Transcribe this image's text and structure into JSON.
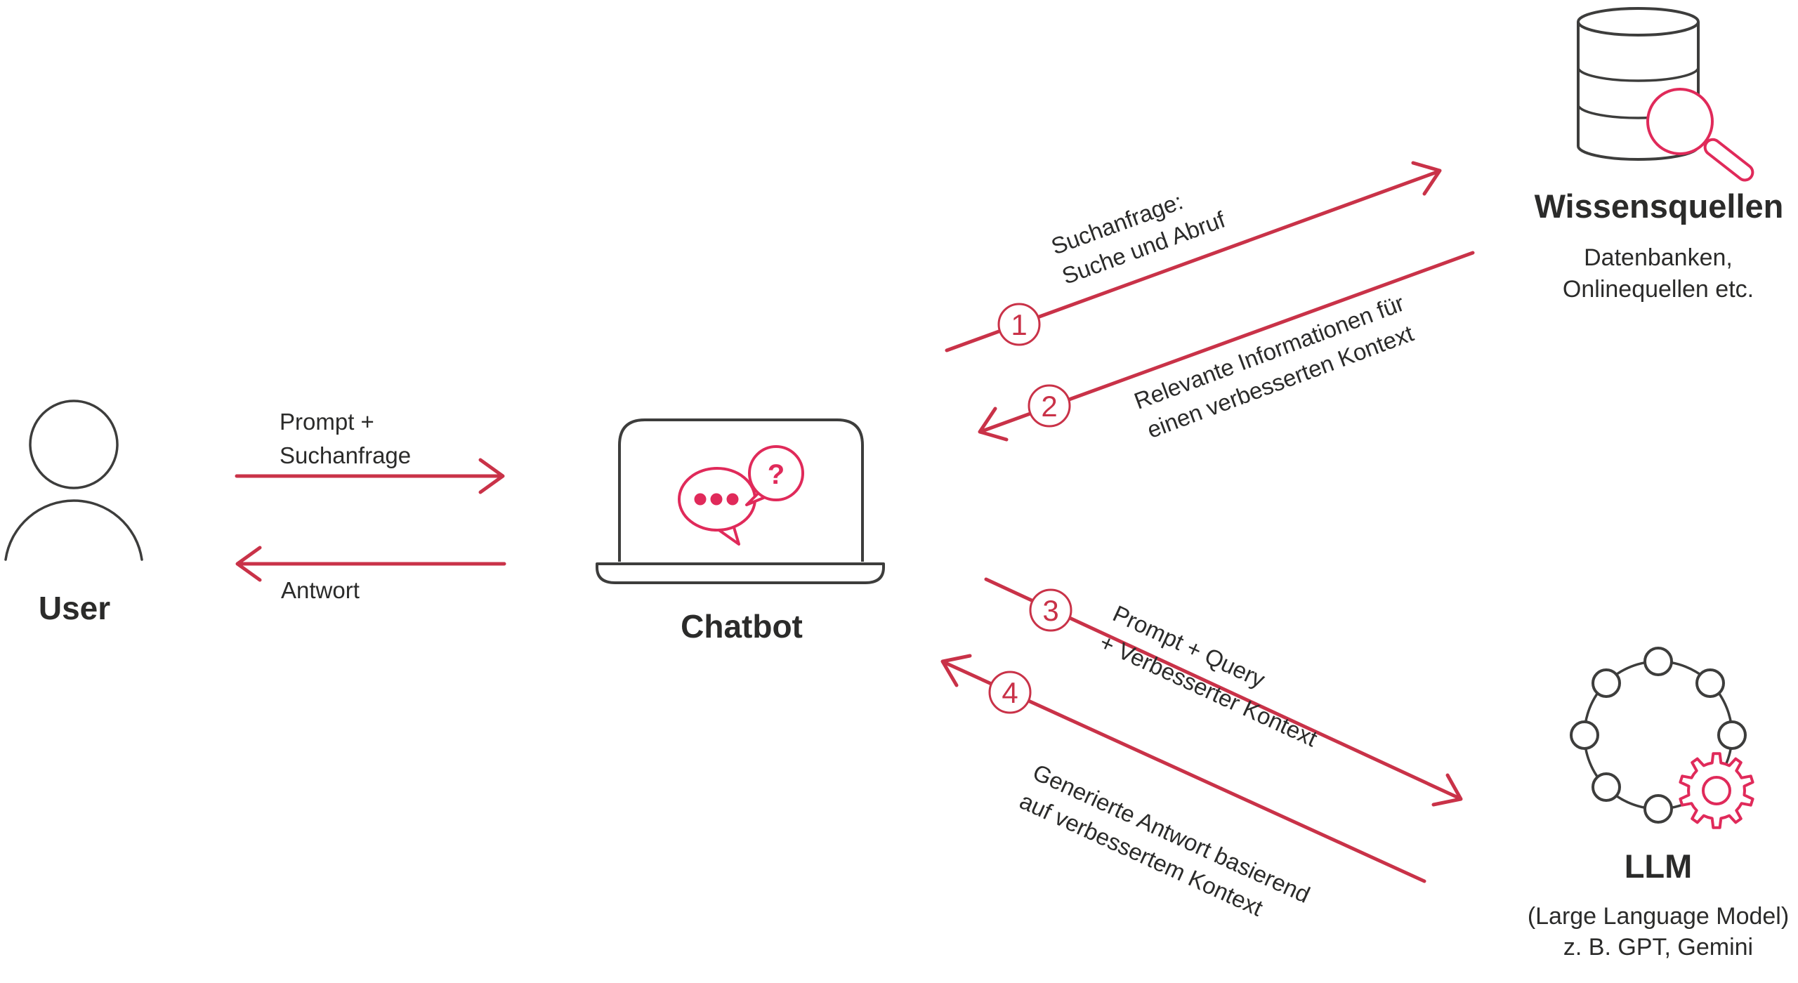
{
  "colors": {
    "arrow_red": "#c93248",
    "accent_pink": "#e02a5a",
    "icon_stroke": "#3d3d3c",
    "text": "#2b2b2a"
  },
  "icons": {
    "user": "person-icon",
    "chatbot": "laptop-chat-bubbles-icon",
    "wissensquellen": "database-magnifier-icon",
    "llm": "node-ring-gear-icon"
  },
  "nodes": {
    "user": {
      "label": "User"
    },
    "chatbot": {
      "label": "Chatbot",
      "bubble_question_mark": "?"
    },
    "wissensquellen": {
      "label": "Wissensquellen",
      "sub_line1": "Datenbanken,",
      "sub_line2": "Onlinequellen etc."
    },
    "llm": {
      "label": "LLM",
      "sub_line1": "(Large Language Model)",
      "sub_line2": "z. B. GPT, Gemini"
    }
  },
  "edges": {
    "user_to_chatbot": {
      "line1": "Prompt +",
      "line2": "Suchanfrage"
    },
    "chatbot_to_user": {
      "label": "Antwort"
    },
    "step1": {
      "number": "1",
      "line1": "Suchanfrage:",
      "line2": "Suche und Abruf"
    },
    "step2": {
      "number": "2",
      "line1": "Relevante Informationen für",
      "line2": "einen verbesserten Kontext"
    },
    "step3": {
      "number": "3",
      "line1": "Prompt + Query",
      "line2": "+ Verbesserter Kontext"
    },
    "step4": {
      "number": "4",
      "line1": "Generierte Antwort basierend",
      "line2": "auf verbessertem Kontext"
    }
  }
}
